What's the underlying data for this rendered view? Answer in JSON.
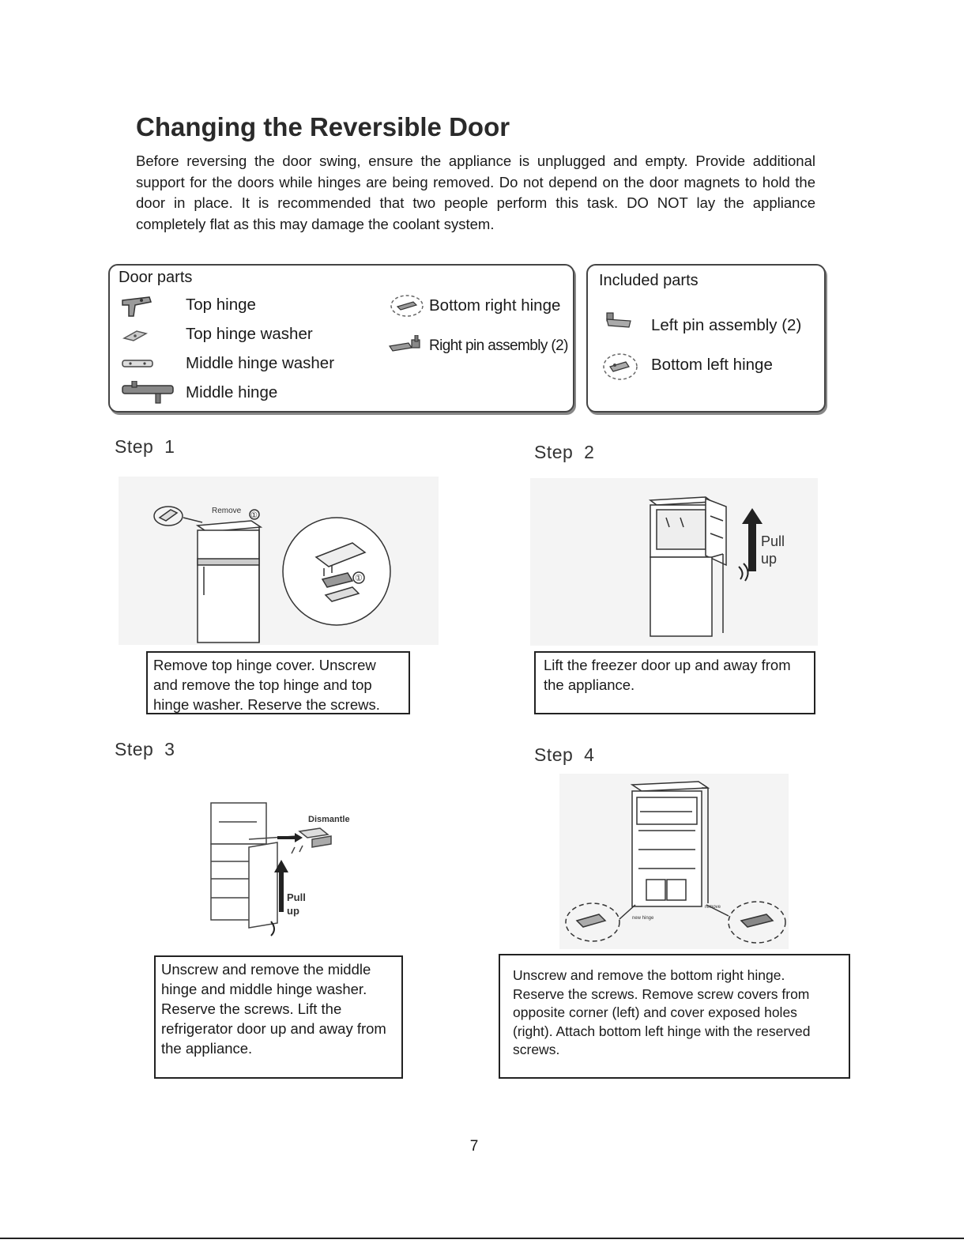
{
  "title": "Changing the Reversible Door",
  "intro": "Before reversing the door swing, ensure the appliance is unplugged and empty. Provide additional support for the doors while hinges are being removed. Do not depend on the door magnets to hold the door in place. It is recommended that two people perform this task. DO NOT lay the appliance completely flat as this may damage the coolant system.",
  "door_parts": {
    "title": "Door parts",
    "items": [
      {
        "label": "Top hinge",
        "icon": "top-hinge-icon"
      },
      {
        "label": "Top hinge washer",
        "icon": "top-hinge-washer-icon"
      },
      {
        "label": "Middle hinge washer",
        "icon": "middle-hinge-washer-icon"
      },
      {
        "label": "Middle hinge",
        "icon": "middle-hinge-icon"
      },
      {
        "label": "Bottom right hinge",
        "icon": "bottom-right-hinge-icon"
      },
      {
        "label": "Right pin assembly (2)",
        "icon": "right-pin-assembly-icon"
      }
    ]
  },
  "included_parts": {
    "title": "Included parts",
    "items": [
      {
        "label": "Left pin assembly (2)",
        "icon": "left-pin-assembly-icon"
      },
      {
        "label": "Bottom left hinge",
        "icon": "bottom-left-hinge-icon"
      }
    ]
  },
  "steps": [
    {
      "label": "Step  1",
      "caption": "Remove top hinge cover.  Unscrew and remove the top hinge and top hinge washer. Reserve the screws.",
      "fig_labels": [
        "Remove",
        "①",
        "①"
      ]
    },
    {
      "label": "Step  2",
      "caption": "Lift the freezer door up and away from the appliance.",
      "fig_labels": [
        "Pull",
        "up"
      ]
    },
    {
      "label": "Step  3",
      "caption": "Unscrew and remove the middle hinge and middle hinge washer. Reserve the screws. Lift the refrigerator door up and away from the appliance.",
      "fig_labels": [
        "Dismantle",
        "Pull",
        "up"
      ]
    },
    {
      "label": "Step  4",
      "caption": "Unscrew and remove the bottom right hinge. Reserve the screws. Remove screw covers from opposite corner (left) and cover exposed holes (right).  Attach bottom left hinge with the reserved screws.",
      "fig_labels": [
        "new hinge",
        "remove"
      ]
    }
  ],
  "page_number": "7"
}
